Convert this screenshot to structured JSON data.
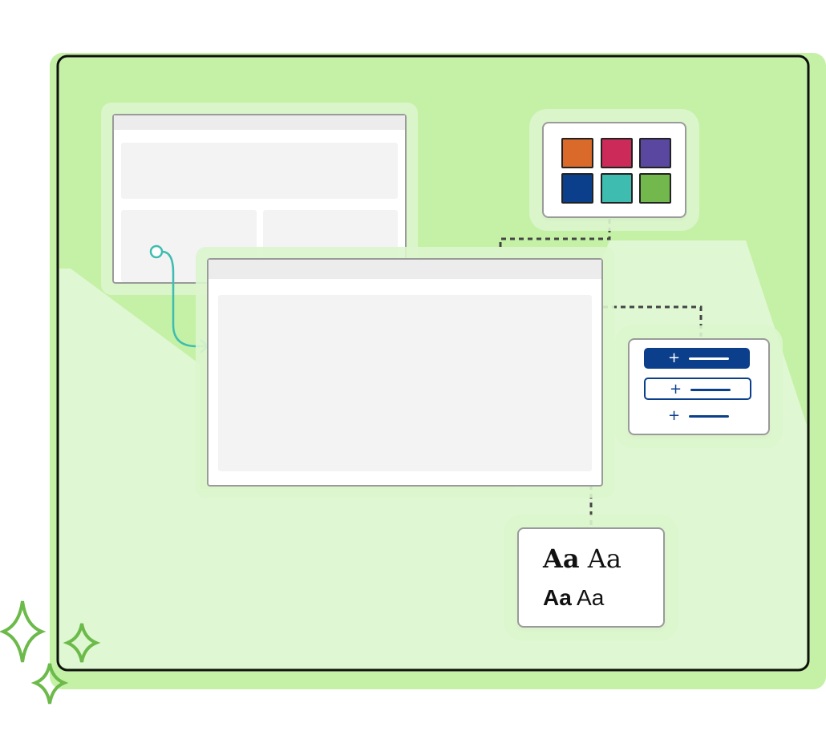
{
  "colors": {
    "frame_fill": "#c4f1a6",
    "frame_light": "#dff7d2",
    "accent_teal": "#3fbcb0",
    "button_blue": "#0b3f8c"
  },
  "palette": {
    "swatches": [
      "#d96a2a",
      "#cc2b5a",
      "#5a48a0",
      "#0b3f8c",
      "#3fbcb0",
      "#73b84c"
    ]
  },
  "buttons": [
    {
      "label": "+",
      "style": "filled"
    },
    {
      "label": "+",
      "style": "outlined"
    },
    {
      "label": "+",
      "style": "text"
    }
  ],
  "typography": {
    "row1": [
      "Aa",
      "Aa"
    ],
    "row2": [
      "Aa",
      "Aa"
    ]
  }
}
